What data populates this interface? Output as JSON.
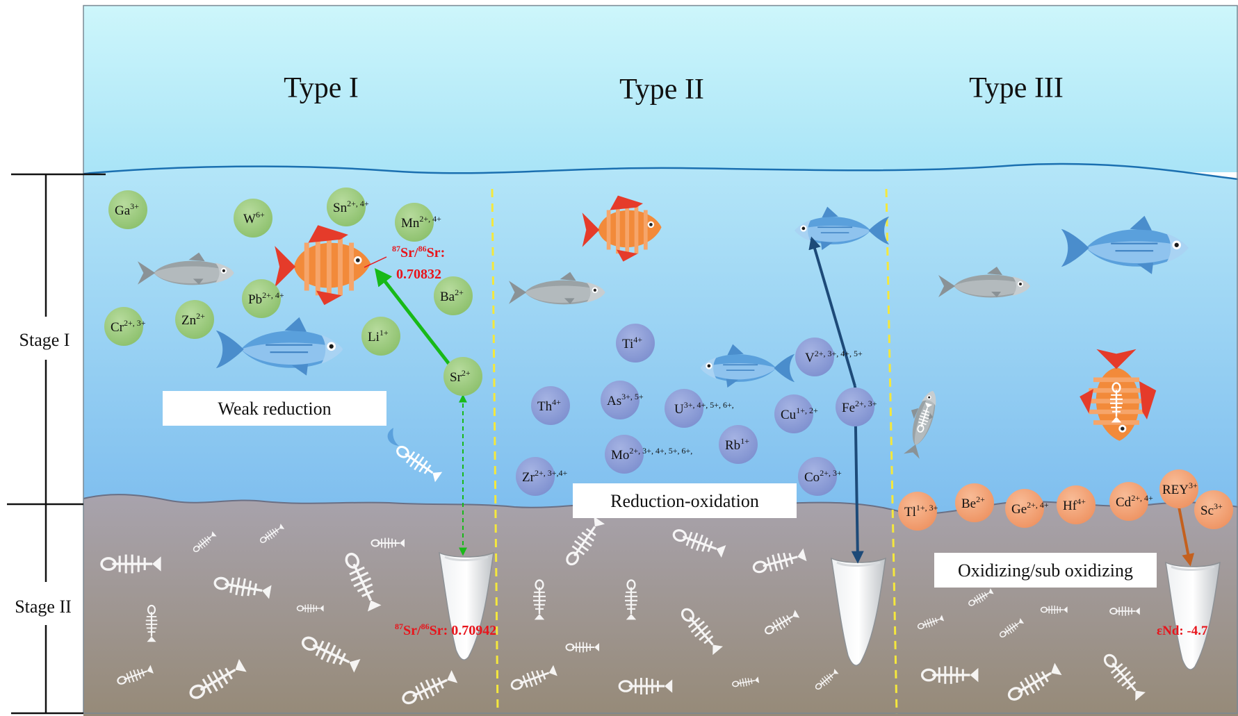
{
  "types": [
    "Type I",
    "Type II",
    "Type III"
  ],
  "stages": [
    "Stage I",
    "Stage II"
  ],
  "conditions": [
    "Weak reduction",
    "Reduction-oxidation",
    "Oxidizing/sub oxidizing"
  ],
  "labels": {
    "sr_fish_prefix_a": "87",
    "sr_fish_mid": "Sr/",
    "sr_fish_prefix_b": "86",
    "sr_fish_suffix": "Sr:",
    "sr_fish_value": "0.70832",
    "sr_tooth_text": "Sr: 0.70942",
    "nd_tooth": "εNd: -4.7"
  },
  "ions": {
    "green": [
      {
        "el": "Ga",
        "ch": "3+"
      },
      {
        "el": "W",
        "ch": "6+"
      },
      {
        "el": "Sn",
        "ch": "2+, 4+"
      },
      {
        "el": "Mn",
        "ch": "2+, 4+"
      },
      {
        "el": "Pb",
        "ch": "2+, 4+"
      },
      {
        "el": "Ba",
        "ch": "2+"
      },
      {
        "el": "Cr",
        "ch": "2+, 3+"
      },
      {
        "el": "Zn",
        "ch": "2+"
      },
      {
        "el": "Li",
        "ch": "1+"
      },
      {
        "el": "Sr",
        "ch": "2+"
      }
    ],
    "purple": [
      {
        "el": "Ti",
        "ch": "4+"
      },
      {
        "el": "Th",
        "ch": "4+"
      },
      {
        "el": "As",
        "ch": "3+, 5+"
      },
      {
        "el": "U",
        "ch": "3+, 4+, 5+, 6+,"
      },
      {
        "el": "Mo",
        "ch": "2+, 3+, 4+, 5+, 6+,"
      },
      {
        "el": "Rb",
        "ch": "1+"
      },
      {
        "el": "Zr",
        "ch": "2+, 3+,4+"
      },
      {
        "el": "V",
        "ch": "2+, 3+, 4+, 5+"
      },
      {
        "el": "Cu",
        "ch": "1+, 2+"
      },
      {
        "el": "Fe",
        "ch": "2+, 3+"
      },
      {
        "el": "Co",
        "ch": "2+, 3+"
      }
    ],
    "orange": [
      {
        "el": "Tl",
        "ch": "1+, 3+"
      },
      {
        "el": "Be",
        "ch": "2+"
      },
      {
        "el": "Ge",
        "ch": "2+, 4+"
      },
      {
        "el": "Hf",
        "ch": "4+"
      },
      {
        "el": "Cd",
        "ch": "2+, 4+"
      },
      {
        "el": "REY",
        "ch": "3+"
      },
      {
        "el": "Sc",
        "ch": "3+"
      }
    ]
  },
  "colors": {
    "sky_top": "#cdf6fb",
    "sky_mid": "#a9e1f8",
    "water_bottom": "#7cbcee",
    "sediment_top": "#a8a3ad",
    "sediment_bottom": "#958a7a",
    "green": "#9ccb7e",
    "purple": "#8e9fd8",
    "orange": "#f4a57a",
    "arrow_green": "#18b918",
    "arrow_navy": "#1d4a78",
    "arrow_orange": "#c4601e",
    "red_text": "#e8141b",
    "divider": "#f5e83c",
    "wave": "#1a6fb0"
  }
}
